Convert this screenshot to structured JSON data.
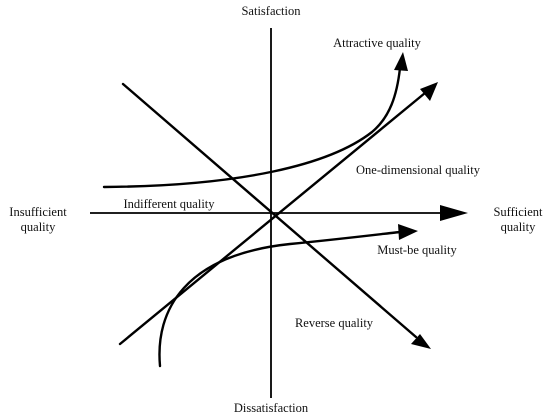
{
  "axes": {
    "top": "Satisfaction",
    "bottom": "Dissatisfaction",
    "left_line1": "Insufficient",
    "left_line2": "quality",
    "right_line1": "Sufficient",
    "right_line2": "quality"
  },
  "curves": {
    "attractive": "Attractive quality",
    "one_dimensional": "One-dimensional quality",
    "indifferent": "Indifferent quality",
    "must_be": "Must-be quality",
    "reverse": "Reverse quality"
  },
  "colors": {
    "line": "#000000",
    "text": "#111111",
    "background": "#ffffff"
  }
}
